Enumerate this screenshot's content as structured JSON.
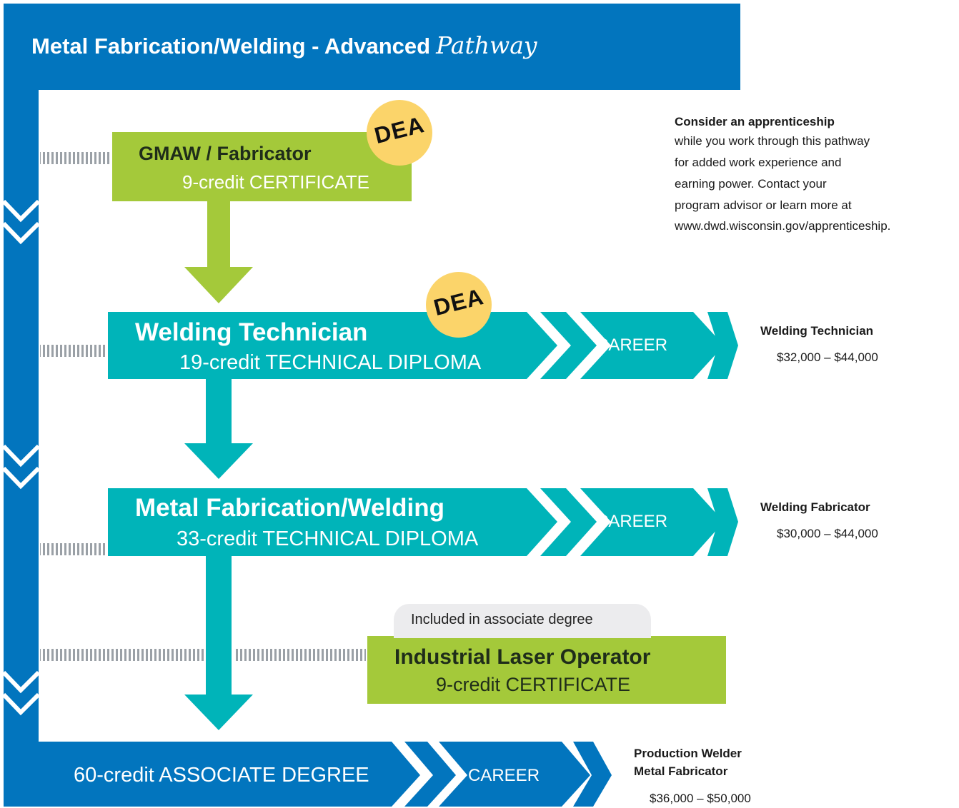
{
  "header": {
    "title": "Metal Fabrication/Welding - Advanced",
    "title_script": "Pathway"
  },
  "colors": {
    "blue": "#0275be",
    "teal": "#00b4b9",
    "green": "#a4c93a",
    "dea_badge": "#fbd46a",
    "note_bg": "#ececee"
  },
  "boxes": [
    {
      "title": "GMAW / Fabricator",
      "subtitle": "9-credit CERTIFICATE",
      "badge": "DEA"
    },
    {
      "title": "Welding Technician",
      "subtitle": "19-credit TECHNICAL DIPLOMA",
      "badge": "DEA",
      "career": "CAREER"
    },
    {
      "title": "Metal Fabrication/Welding",
      "subtitle": "33-credit TECHNICAL DIPLOMA",
      "career": "CAREER"
    },
    {
      "title": "Industrial Laser Operator",
      "subtitle": "9-credit CERTIFICATE",
      "note": "Included in associate degree"
    },
    {
      "subtitle": "60-credit ASSOCIATE DEGREE",
      "career": "CAREER"
    }
  ],
  "apprenticeship": {
    "title": "Consider an apprenticeship",
    "lines": [
      "while you work through this pathway",
      "for added work experience and",
      "earning power. Contact your",
      "program advisor or learn more at",
      "www.dwd.wisconsin.gov/apprenticeship."
    ]
  },
  "careers": [
    {
      "titles": [
        "Welding Technician"
      ],
      "salary": "$32,000 – $44,000"
    },
    {
      "titles": [
        "Welding Fabricator"
      ],
      "salary": "$30,000 – $44,000"
    },
    {
      "titles": [
        "Production Welder",
        "Metal Fabricator"
      ],
      "salary": "$36,000 – $50,000"
    }
  ]
}
